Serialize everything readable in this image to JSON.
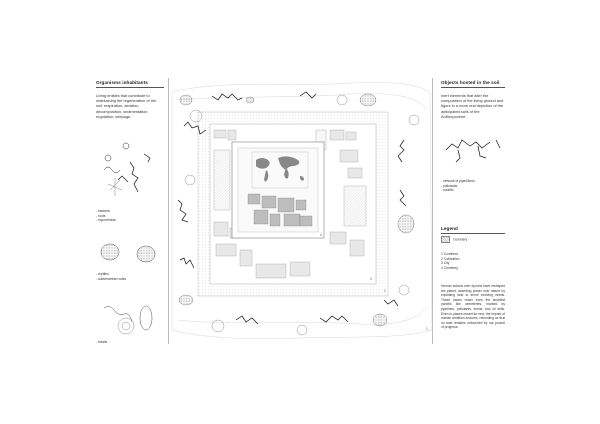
{
  "left": {
    "title": "Organisms inhabitants",
    "intro": "Living entities that contribute to maintaining the regeneration of the soil: respiration, aeration, decomposition, sedimentation, regulation, seepage.",
    "group1": [
      "- bacteria",
      "- roots",
      "- mycorrhizae"
    ],
    "group2": [
      "- reptiles",
      "- subterranean voles"
    ],
    "group3": [
      "- fossils"
    ]
  },
  "right": {
    "title": "Objects hosted in the soil",
    "intro": "Inert elements that alter the composition of the living ground and figure in a more real depiction of the anticipated soils of the Anthropocene.",
    "group1": [
      "- network of pipes/lines",
      "- pollutants",
      "- ruinbits"
    ],
    "legend_title": "Legend",
    "legend_item": "Cemetery",
    "legend_list": [
      "1 Continent",
      "2 Civilization",
      "3 City",
      "4 Cemetery"
    ],
    "body": "Human actions over epochs have reshaped the planet, asserting power over nature by exploiting land to serve evolving needs. These traces reach even the smallest parcels like cemeteries, marked by pipelines, pollutants, toxins, and oil drills. Even in places meant for rest, the imprint of human ambition endures, reminding us that no land remains untouched by our pursuit of progress."
  },
  "plan": {
    "ring_labels": [
      "1",
      "2",
      "3",
      "4"
    ]
  }
}
